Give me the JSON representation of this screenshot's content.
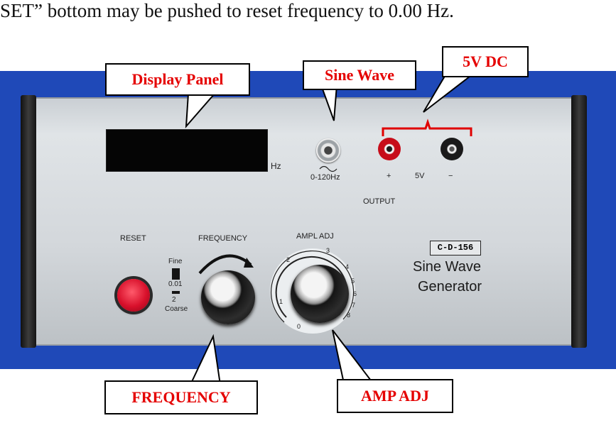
{
  "caption": "SET” bottom may be pushed to reset frequency to 0.00 Hz.",
  "callouts": {
    "display_panel": "Display Panel",
    "sine_wave": "Sine Wave",
    "dc_5v": "5V DC",
    "frequency": "FREQUENCY",
    "amp_adj": "AMP ADJ"
  },
  "panel": {
    "hz_unit": "Hz",
    "sine_range": "0-120Hz",
    "plus": "+",
    "volt": "5V",
    "minus": "−",
    "output": "OUTPUT",
    "reset": "RESET",
    "frequency": "FREQUENCY",
    "ampl_adj": "AMPL  ADJ",
    "fine": "Fine",
    "fine_step": "0.01",
    "coarse_step": "2",
    "coarse": "Coarse",
    "model": "C-D-156",
    "title_line1": "Sine Wave",
    "title_line2": "Generator",
    "dial_marks": [
      "0",
      "1",
      "2",
      "3",
      "4",
      "5",
      "6",
      "7",
      "8"
    ]
  },
  "colors": {
    "callout_text": "#e50000",
    "backdrop": "#1f49b8",
    "bracket": "#e00000"
  }
}
